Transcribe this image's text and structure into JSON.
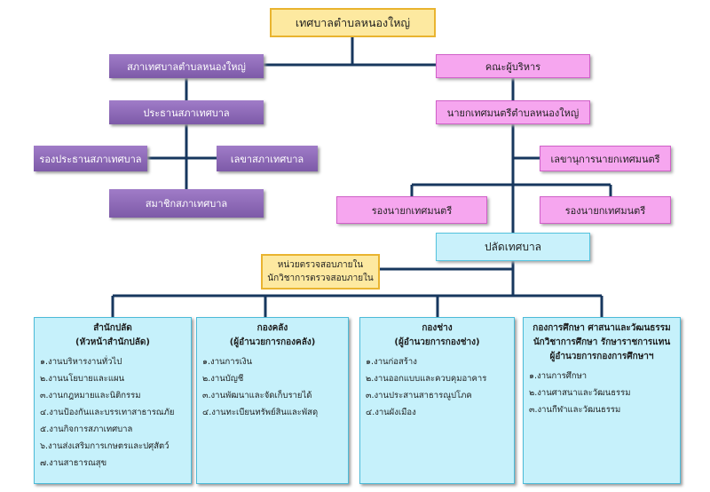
{
  "top": "เทศบาลตำบลหนองใหญ่",
  "council": {
    "name": "สภาเทศบาลตำบลหนองใหญ่",
    "president": "ประธานสภาเทศบาล",
    "vice_president": "รองประธานสภาเทศบาล",
    "secretary": "เลขาสภาเทศบาล",
    "members": "สมาชิกสภาเทศบาล"
  },
  "executive": {
    "name": "คณะผู้บริหาร",
    "mayor": "นายกเทศมนตรีตำบลหนองใหญ่",
    "mayor_secretary": "เลขานุการนายกเทศมนตรี",
    "deputy_mayor_1": "รองนายกเทศมนตรี",
    "deputy_mayor_2": "รองนายกเทศมนตรี"
  },
  "clerk": "ปลัดเทศบาล",
  "inspection": {
    "line1": "หน่วยตรวจสอบภายใน",
    "line2": "นักวิชาการตรวจสอบภายใน"
  },
  "departments": [
    {
      "title_lines": [
        "สำนักปลัด",
        "(หัวหน้าสำนักปลัด)"
      ],
      "items": [
        "๑.งานบริหารงานทั่วไป",
        "๒.งานนโยบายและแผน",
        "๓.งานกฎหมายและนิติกรรม",
        "๔.งานป้องกันและบรรเทาสาธารณภัย",
        "๕.งานกิจการสภาเทศบาล",
        "๖.งานส่งเสริมการเกษตรและปศุสัตว์",
        "๗.งานสาธารณสุข"
      ]
    },
    {
      "title_lines": [
        "กองคลัง",
        "(ผู้อำนวยการกองคลัง)"
      ],
      "items": [
        "๑.งานการเงิน",
        "๒.งานบัญชี",
        "๓.งานพัฒนาและจัดเก็บรายได้",
        "๔.งานทะเบียนทรัพย์สินและพัสดุ"
      ]
    },
    {
      "title_lines": [
        "กองช่าง",
        "(ผู้อำนวยการกองช่าง)"
      ],
      "items": [
        "๑.งานก่อสร้าง",
        "๒.งานออกแบบและควบคุมอาคาร",
        "๓.งานประสานสาธารณูปโภค",
        "๔.งานผังเมือง"
      ]
    },
    {
      "title_lines": [
        "กองการศึกษา ศาสนาและวัฒนธรรม",
        "นักวิชาการศึกษา รักษาราชการแทน",
        "ผู้อำนวยการกองการศึกษาฯ"
      ],
      "items": [
        "๑.งานการศึกษา",
        "๒.งานศาสนาและวัฒนธรรม",
        "๓.งานกีฬาและวัฒนธรรม"
      ]
    }
  ]
}
